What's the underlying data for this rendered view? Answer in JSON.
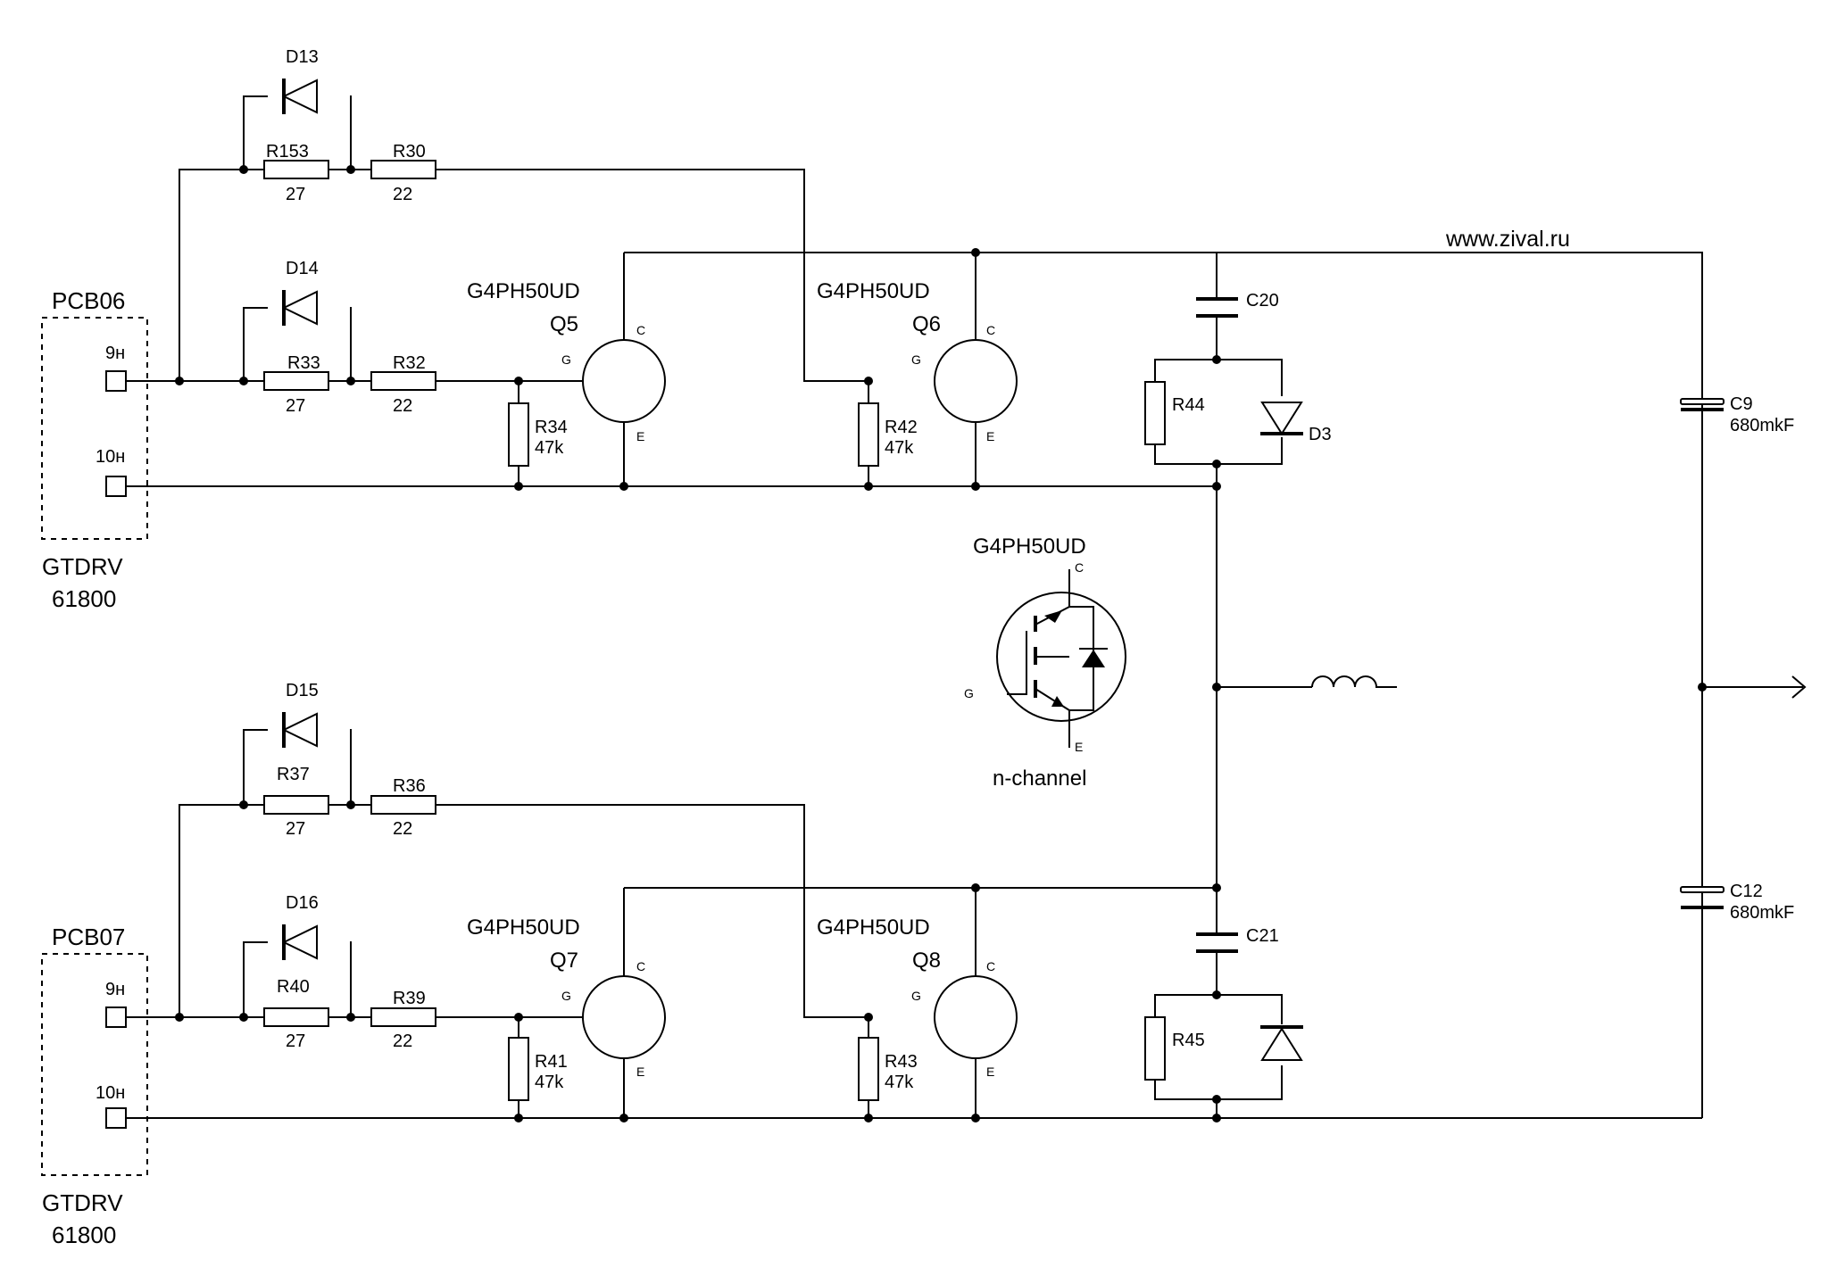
{
  "site": "www.zival.ru",
  "modules": [
    {
      "label": "PCB06",
      "pin_a": "9н",
      "pin_b": "10н",
      "name_line1": "GTDRV",
      "name_line2": "61800"
    },
    {
      "label": "PCB07",
      "pin_a": "9н",
      "pin_b": "10н",
      "name_line1": "GTDRV",
      "name_line2": "61800"
    }
  ],
  "diodes": {
    "d13": "D13",
    "d14": "D14",
    "d15": "D15",
    "d16": "D16",
    "d3": "D3"
  },
  "resistors": {
    "r153": {
      "name": "R153",
      "value": "27"
    },
    "r30": {
      "name": "R30",
      "value": "22"
    },
    "r33": {
      "name": "R33",
      "value": "27"
    },
    "r32": {
      "name": "R32",
      "value": "22"
    },
    "r37": {
      "name": "R37",
      "value": "27"
    },
    "r36": {
      "name": "R36",
      "value": "22"
    },
    "r40": {
      "name": "R40",
      "value": "27"
    },
    "r39": {
      "name": "R39",
      "value": "22"
    },
    "r34": {
      "name": "R34",
      "value": "47k"
    },
    "r42": {
      "name": "R42",
      "value": "47k"
    },
    "r41": {
      "name": "R41",
      "value": "47k"
    },
    "r43": {
      "name": "R43",
      "value": "47k"
    },
    "r44": {
      "name": "R44"
    },
    "r45": {
      "name": "R45"
    }
  },
  "transistors": [
    {
      "part": "G4PH50UD",
      "ref": "Q5"
    },
    {
      "part": "G4PH50UD",
      "ref": "Q6"
    },
    {
      "part": "G4PH50UD",
      "ref": "Q7"
    },
    {
      "part": "G4PH50UD",
      "ref": "Q8"
    }
  ],
  "pins": {
    "gate": "G",
    "collector": "C",
    "emitter": "E"
  },
  "capacitors": {
    "c20": {
      "name": "C20"
    },
    "c21": {
      "name": "C21"
    },
    "c9": {
      "name": "C9",
      "value": "680mkF"
    },
    "c12": {
      "name": "C12",
      "value": "680mkF"
    }
  },
  "legend": {
    "part": "G4PH50UD",
    "type": "n-channel",
    "g": "G",
    "c": "C",
    "e": "E"
  }
}
